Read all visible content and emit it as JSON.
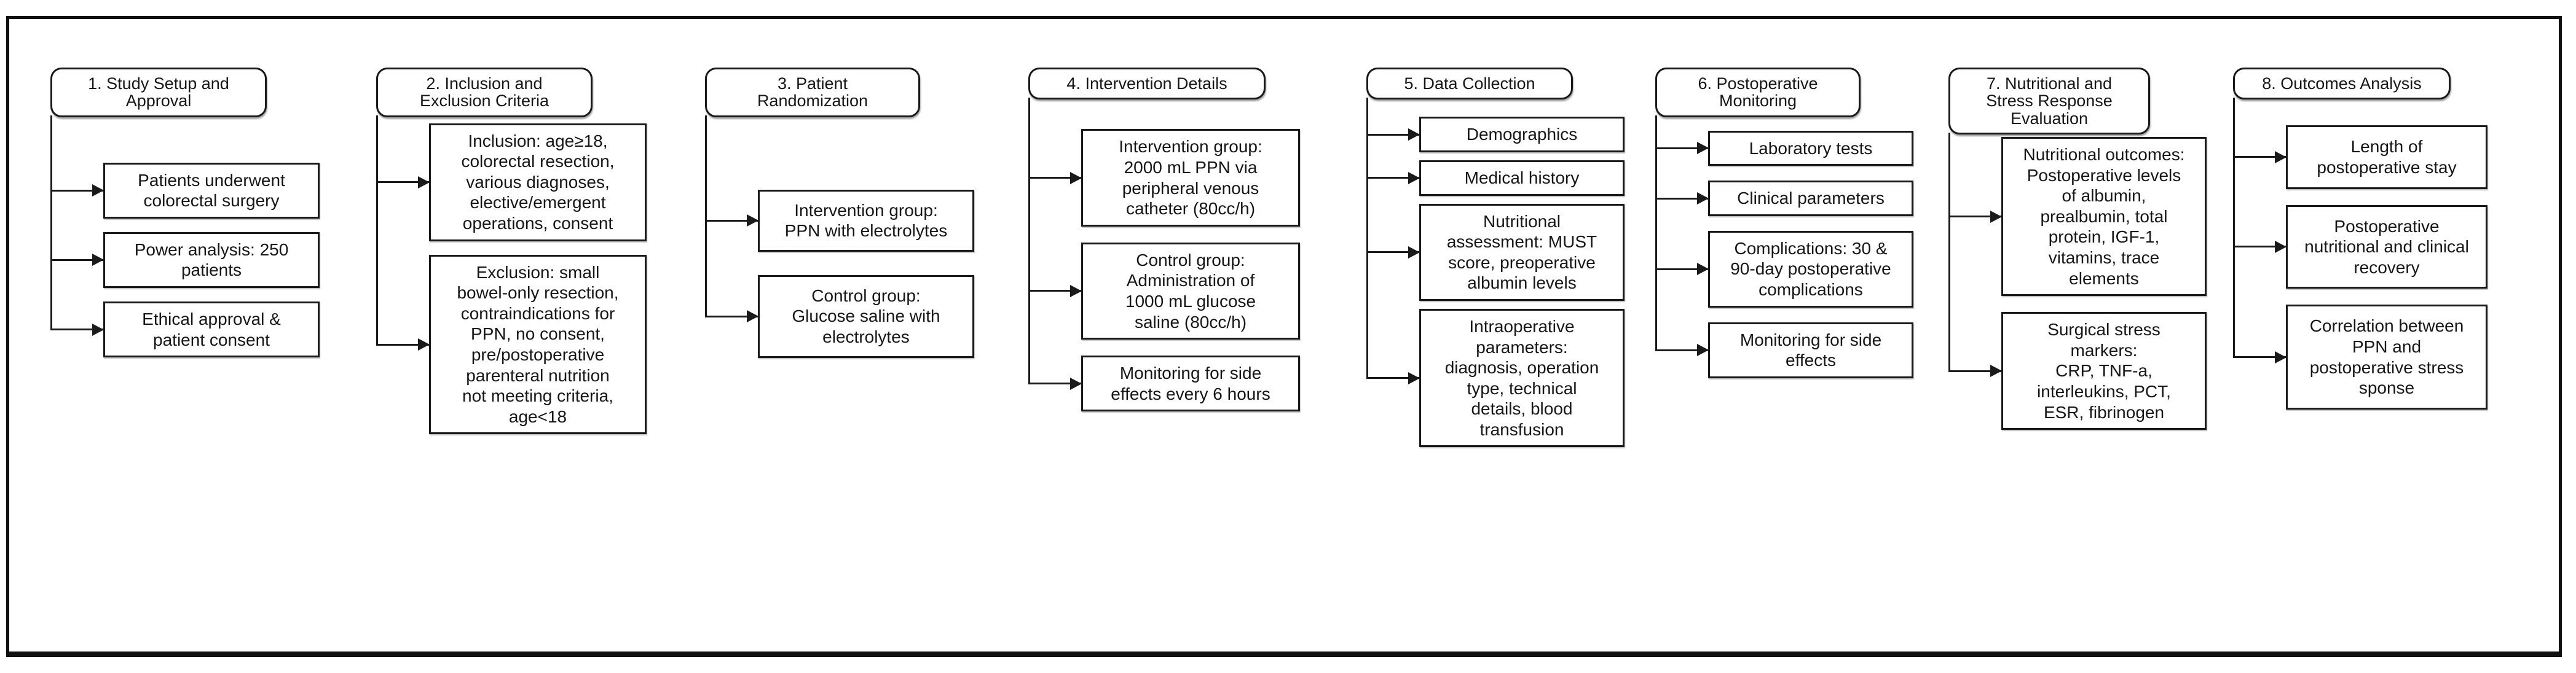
{
  "diagram": {
    "type": "flowchart",
    "title": "Study methodology flowchart: PPN after colorectal surgery",
    "colors": {
      "line": "#1a1a1a",
      "background": "#ffffff",
      "box_fill": "#ffffff",
      "frame_border": "#111111"
    },
    "columns": [
      {
        "header": "1. Study Setup and\nApproval",
        "children": [
          "Patients underwent\ncolorectal surgery",
          "Power analysis: 250\npatients",
          "Ethical approval &\npatient consent"
        ]
      },
      {
        "header": "2. Inclusion and\nExclusion Criteria",
        "children": [
          "Inclusion: age≥18,\ncolorectal resection,\nvarious diagnoses,\nelective/emergent\noperations, consent",
          "Exclusion: small\nbowel-only resection,\ncontraindications for\nPPN, no consent,\npre/postoperative\nparenteral nutrition\nnot meeting criteria,\nage<18"
        ]
      },
      {
        "header": "3. Patient\nRandomization",
        "children": [
          "Intervention group:\nPPN with electrolytes",
          "Control group:\nGlucose saline with\nelectrolytes"
        ]
      },
      {
        "header": "4. Intervention Details",
        "children": [
          "Intervention group:\n2000 mL PPN via\nperipheral venous\ncatheter (80cc/h)",
          "Control group:\nAdministration of\n1000 mL glucose\nsaline (80cc/h)",
          "Monitoring for side\neffects every 6 hours"
        ]
      },
      {
        "header": "5. Data Collection",
        "children": [
          "Demographics",
          "Medical history",
          "Nutritional\nassessment: MUST\nscore, preoperative\nalbumin levels",
          "Intraoperative\nparameters:\ndiagnosis, operation\ntype, technical\ndetails, blood\ntransfusion"
        ]
      },
      {
        "header": "6. Postoperative\nMonitoring",
        "children": [
          "Laboratory tests",
          "Clinical parameters",
          "Complications: 30 &\n90-day postoperative\ncomplications",
          "Monitoring for side\neffects"
        ]
      },
      {
        "header": "7. Nutritional and\nStress Response\nEvaluation",
        "children": [
          "Nutritional outcomes:\nPostoperative levels\nof albumin,\nprealbumin, total\nprotein, IGF-1,\nvitamins, trace\nelements",
          "Surgical stress\nmarkers:\nCRP, TNF-a,\ninterleukins, PCT,\nESR, fibrinogen"
        ]
      },
      {
        "header": "8. Outcomes Analysis",
        "children": [
          "Length of\npostoperative stay",
          "Postoperative\nnutritional and clinical\nrecovery",
          "Correlation between\nPPN and\npostoperative stress\nsponse"
        ]
      }
    ]
  }
}
